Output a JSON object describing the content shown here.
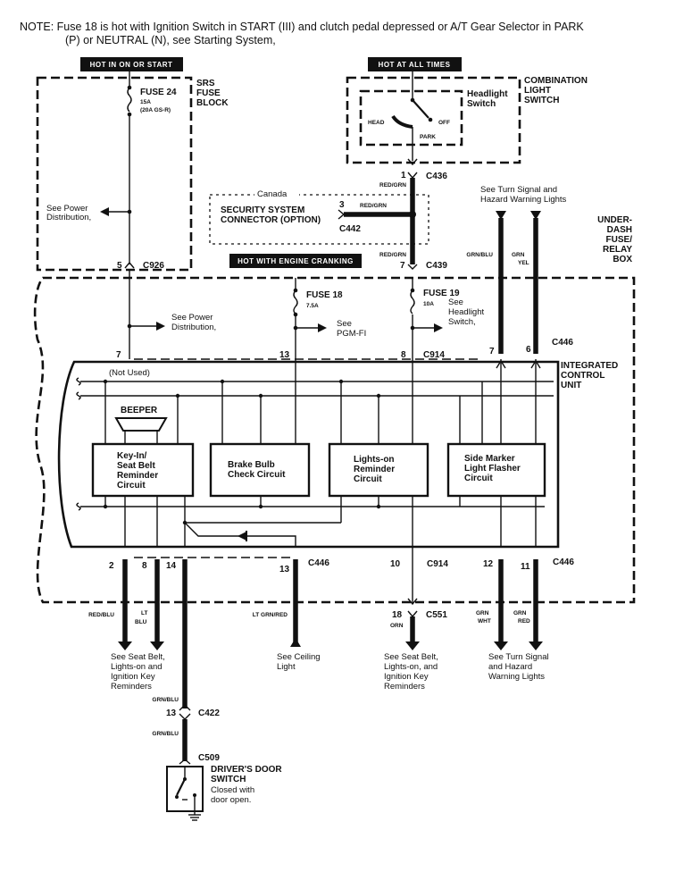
{
  "note": {
    "line1": "NOTE: Fuse 18 is hot with Ignition Switch in START (III) and clutch pedal depressed or A/T Gear Selector in PARK",
    "line2": "(P) or NEUTRAL (N), see Starting System,"
  },
  "power_headers": {
    "on_or_start": "HOT IN ON OR START",
    "all_times": "HOT AT ALL TIMES",
    "engine_cranking": "HOT WITH ENGINE CRANKING"
  },
  "srs_fuse_block": {
    "title_lines": [
      "SRS",
      "FUSE",
      "BLOCK"
    ],
    "fuse_label": "FUSE 24",
    "fuse_rating": "15A",
    "fuse_rating_alt": "(20A GS-R)",
    "see_power": [
      "See Power",
      "Distribution,"
    ],
    "connector_pin": "5",
    "connector": "C926"
  },
  "combination_switch": {
    "title_lines": [
      "COMBINATION",
      "LIGHT",
      "SWITCH"
    ],
    "sub_lines": [
      "Headlight",
      "Switch"
    ],
    "positions": {
      "head": "HEAD",
      "off": "OFF",
      "park": "PARK"
    },
    "connector_pin": "1",
    "connector": "C436",
    "wire": "RED/GRN"
  },
  "security": {
    "region": "Canada",
    "title_lines": [
      "SECURITY SYSTEM",
      "CONNECTOR (OPTION)"
    ],
    "pin": "3",
    "wire": "RED/GRN",
    "connector": "C442"
  },
  "c439": {
    "wire": "RED/GRN",
    "pin": "7",
    "connector": "C439"
  },
  "turn_signal_top": {
    "see_lines": [
      "See Turn Signal and",
      "Hazard Warning Lights"
    ],
    "wire1": "GRN/BLU",
    "wire2_lines": [
      "GRN",
      "YEL"
    ],
    "pin1": "7",
    "pin2": "6",
    "connector": "C446"
  },
  "underdash_box": {
    "title_lines": [
      "UNDER-",
      "DASH",
      "FUSE/",
      "RELAY",
      "BOX"
    ]
  },
  "fuses_underdash": {
    "see_power": [
      "See Power",
      "Distribution,"
    ],
    "fuse18_label": "FUSE 18",
    "fuse18_rating": "7.5A",
    "fuse18_see": [
      "See",
      "PGM-FI"
    ],
    "fuse19_label": "FUSE 19",
    "fuse19_rating": "10A",
    "fuse19_see": [
      "See",
      "Headlight",
      "Switch,"
    ],
    "pins": {
      "p7": "7",
      "p13": "13",
      "p8": "8"
    },
    "connector": "C914"
  },
  "icu": {
    "title_lines": [
      "INTEGRATED",
      "CONTROL",
      "UNIT"
    ],
    "not_used": "(Not Used)",
    "beeper": "BEEPER",
    "circuits": [
      {
        "lines": [
          "Key-In/",
          "Seat Belt",
          "Reminder",
          "Circuit"
        ]
      },
      {
        "lines": [
          "Brake Bulb",
          "Check Circuit"
        ]
      },
      {
        "lines": [
          "Lights-on",
          "Reminder",
          "Circuit"
        ]
      },
      {
        "lines": [
          "Side Marker",
          "Light Flasher",
          "Circuit"
        ]
      }
    ]
  },
  "outputs": {
    "pins": {
      "p2": "2",
      "p8": "8",
      "p14": "14",
      "p13": "13",
      "p10": "10",
      "p12": "12",
      "p11": "11"
    },
    "c446": "C446",
    "c914": "C914",
    "c446_right": "C446",
    "wire_red_blu": "RED/BLU",
    "wire_lt_blu": [
      "LT",
      "BLU"
    ],
    "wire_lt_grn_red": "LT GRN/RED",
    "c551_pin": "18",
    "c551": "C551",
    "wire_orn": "ORN",
    "wire_grn_wht": [
      "GRN",
      "WHT"
    ],
    "wire_grn_red": [
      "GRN",
      "RED"
    ],
    "see_seat_belt_left": [
      "See Seat Belt,",
      "Lights-on and",
      "Ignition Key",
      "Reminders"
    ],
    "see_ceiling": [
      "See Ceiling",
      "Light"
    ],
    "see_seat_belt_right": [
      "See Seat Belt,",
      "Lights-on, and",
      "Ignition Key",
      "Reminders"
    ],
    "see_turn_bottom": [
      "See Turn Signal",
      "and Hazard",
      "Warning Lights"
    ]
  },
  "door_switch": {
    "wire_upper": "GRN/BLU",
    "c422_pin": "13",
    "c422": "C422",
    "wire_lower": "GRN/BLU",
    "c509": "C509",
    "title_lines": [
      "DRIVER'S DOOR",
      "SWITCH"
    ],
    "desc_lines": [
      "Closed with",
      "door open."
    ]
  }
}
